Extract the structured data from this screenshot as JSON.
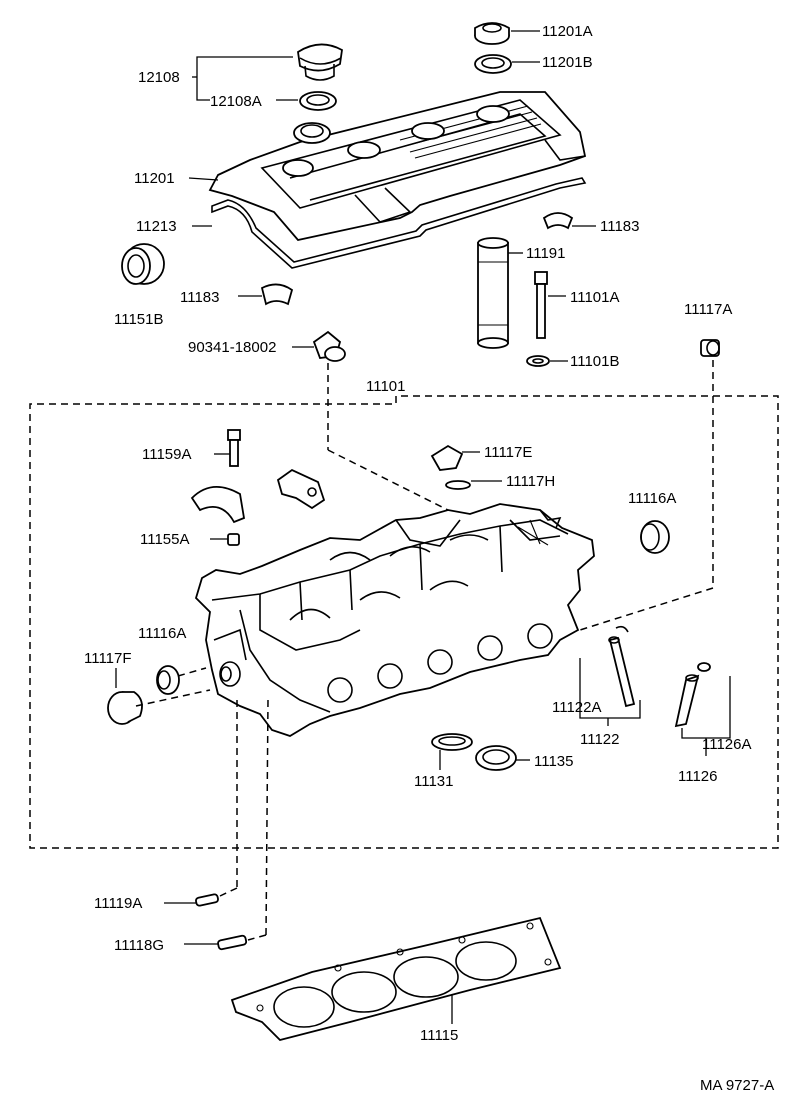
{
  "diagram_id": "MA 9727-A",
  "labels": {
    "p11201A": "11201A",
    "p11201B": "11201B",
    "p12108": "12108",
    "p12108A": "12108A",
    "p11201": "11201",
    "p11213": "11213",
    "p11183_right": "11183",
    "p11191": "11191",
    "p11151B": "11151B",
    "p11183_left": "11183",
    "p11101A": "11101A",
    "p11117A": "11117A",
    "p90341": "90341-18002",
    "p11101B": "11101B",
    "p11101": "11101",
    "p11159A": "11159A",
    "p11117E": "11117E",
    "p11117H": "11117H",
    "p11116A_right": "11116A",
    "p11155A": "11155A",
    "p11116A_left": "11116A",
    "p11117F": "11117F",
    "p11122A": "11122A",
    "p11122": "11122",
    "p11126A": "11126A",
    "p11126": "11126",
    "p11131": "11131",
    "p11135": "11135",
    "p11119A": "11119A",
    "p11118G": "11118G",
    "p11115": "11115"
  }
}
